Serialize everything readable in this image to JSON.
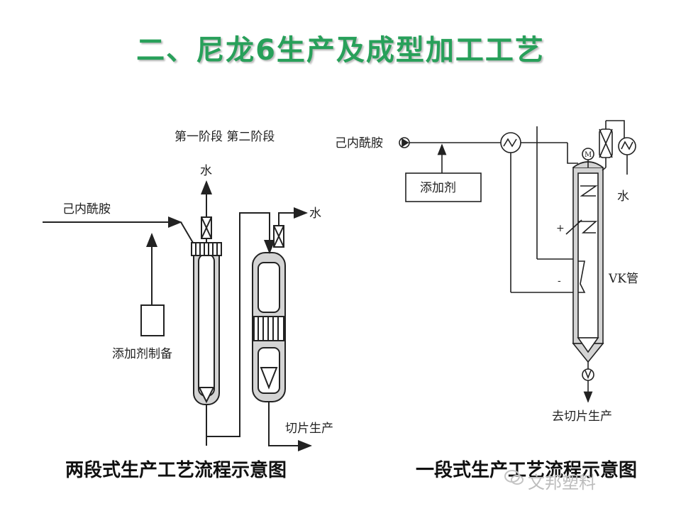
{
  "title": "二、尼龙6生产及成型加工工艺",
  "left": {
    "stage_label": "第一阶段  第二阶段",
    "feed": "己内酰胺",
    "water_top": "水",
    "water_right": "水",
    "additive": "添加剂制备",
    "output": "切片生产",
    "caption": "两段式生产工艺流程示意图"
  },
  "right": {
    "feed": "己内酰胺",
    "additive": "添加剂",
    "water": "水",
    "motor": "M",
    "vk": "VK管",
    "plus": "+",
    "minus": "-",
    "output": "去切片生产",
    "caption": "一段式生产工艺流程示意图"
  },
  "watermark": "文邦塑料",
  "colors": {
    "title": "#28a05a",
    "lines": "#222222",
    "vessel_fill": "#d4d4d4"
  }
}
